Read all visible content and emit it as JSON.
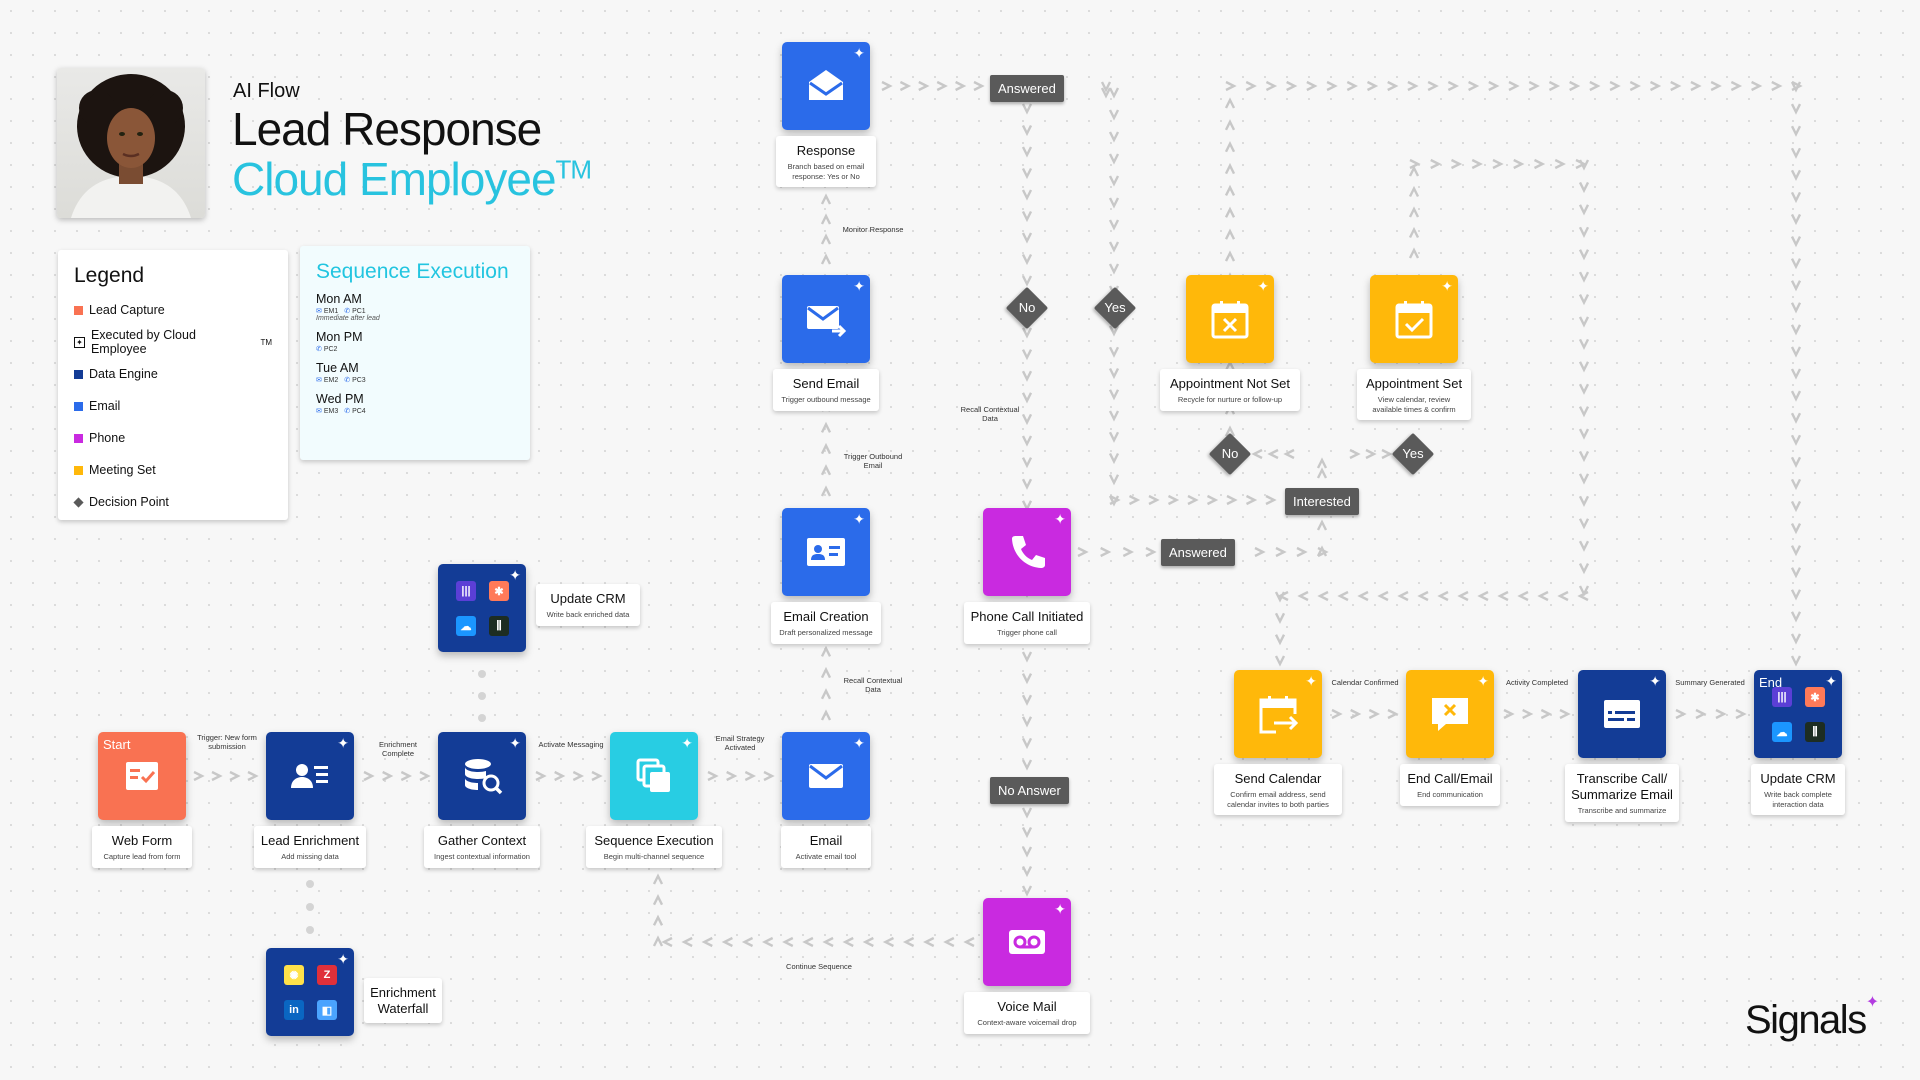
{
  "header": {
    "kicker": "AI Flow",
    "title": "Lead Response",
    "subtitle": "Cloud Employee",
    "tm": "TM"
  },
  "colors": {
    "lead_capture": "#f97252",
    "data_engine": "#133c96",
    "email": "#2b6bea",
    "phone": "#c92ae0",
    "meeting": "#ffb80a",
    "sequence": "#28cde3",
    "decision": "#5a5a5a"
  },
  "legend": {
    "title": "Legend",
    "items": [
      {
        "label": "Lead Capture",
        "color": "#f97252",
        "kind": "square"
      },
      {
        "label": "Executed by Cloud Employee",
        "sup": "TM",
        "kind": "sparkbox"
      },
      {
        "label": "Data Engine",
        "color": "#133c96",
        "kind": "square"
      },
      {
        "label": "Email",
        "color": "#2b6bea",
        "kind": "square"
      },
      {
        "label": "Phone",
        "color": "#c92ae0",
        "kind": "square"
      },
      {
        "label": "Meeting Set",
        "color": "#ffb80a",
        "kind": "square"
      },
      {
        "label": "Decision Point",
        "color": "#5a5a5a",
        "kind": "diamond"
      }
    ]
  },
  "sequence": {
    "title": "Sequence Execution",
    "days": [
      {
        "day": "Mon AM",
        "email": "EM1",
        "phone": "PC1",
        "note": "Immediate after lead"
      },
      {
        "day": "Mon PM",
        "email": "",
        "phone": "PC2",
        "note": ""
      },
      {
        "day": "Tue AM",
        "email": "EM2",
        "phone": "PC3",
        "note": ""
      },
      {
        "day": "Wed PM",
        "email": "EM3",
        "phone": "PC4",
        "note": ""
      }
    ]
  },
  "nodes": {
    "start": {
      "tag": "Start",
      "title": "Web Form",
      "sub": "Capture lead from form"
    },
    "enrich": {
      "title": "Lead Enrichment",
      "sub": "Add missing data"
    },
    "waterfall": {
      "title": "Enrichment Waterfall"
    },
    "gather": {
      "title": "Gather Context",
      "sub": "Ingest contextual information"
    },
    "crm1": {
      "title": "Update CRM",
      "sub": "Write back enriched data"
    },
    "seqexec": {
      "title": "Sequence Execution",
      "sub": "Begin multi-channel sequence"
    },
    "email": {
      "title": "Email",
      "sub": "Activate email tool"
    },
    "emailcreate": {
      "title": "Email Creation",
      "sub": "Draft personalized message"
    },
    "sendemail": {
      "title": "Send Email",
      "sub": "Trigger outbound message"
    },
    "response": {
      "title": "Response",
      "sub": "Branch based on email response: Yes or No"
    },
    "phone": {
      "title": "Phone Call Initiated",
      "sub": "Trigger phone call"
    },
    "voicemail": {
      "title": "Voice Mail",
      "sub": "Context-aware voicemail drop"
    },
    "apptnot": {
      "title": "Appointment Not Set",
      "sub": "Recycle for nurture or follow-up"
    },
    "apptset": {
      "title": "Appointment Set",
      "sub": "View calendar, review available times & confirm"
    },
    "sendcal": {
      "title": "Send Calendar",
      "sub": "Confirm email address, send calendar invites to both parties"
    },
    "endcall": {
      "title": "End Call/Email",
      "sub": "End communication"
    },
    "transcribe": {
      "title": "Transcribe Call/ Summarize Email",
      "sub": "Transcribe and summarize"
    },
    "crm2": {
      "tag": "End",
      "title": "Update CRM",
      "sub": "Write back complete interaction data"
    }
  },
  "pills": {
    "answered1": "Answered",
    "answered2": "Answered",
    "interested": "Interested",
    "noanswer": "No Answer"
  },
  "decisions": {
    "no1": "No",
    "yes1": "Yes",
    "no2": "No",
    "yes2": "Yes"
  },
  "edge_labels": {
    "trigger_form": "Trigger: New form submission",
    "enrich_complete": "Enrichment Complete",
    "activate_msg": "Activate Messaging",
    "email_strategy": "Email Strategy Activated",
    "recall1": "Recall Contextual Data",
    "trigger_outbound": "Trigger Outbound Email",
    "monitor": "Monitor Response",
    "recall2": "Recall Contextual Data",
    "continue_seq": "Continue Sequence",
    "cal_confirmed": "Calendar Confirmed",
    "activity_completed": "Activity Completed",
    "summary_generated": "Summary Generated"
  },
  "brand": {
    "name": "Signals"
  }
}
